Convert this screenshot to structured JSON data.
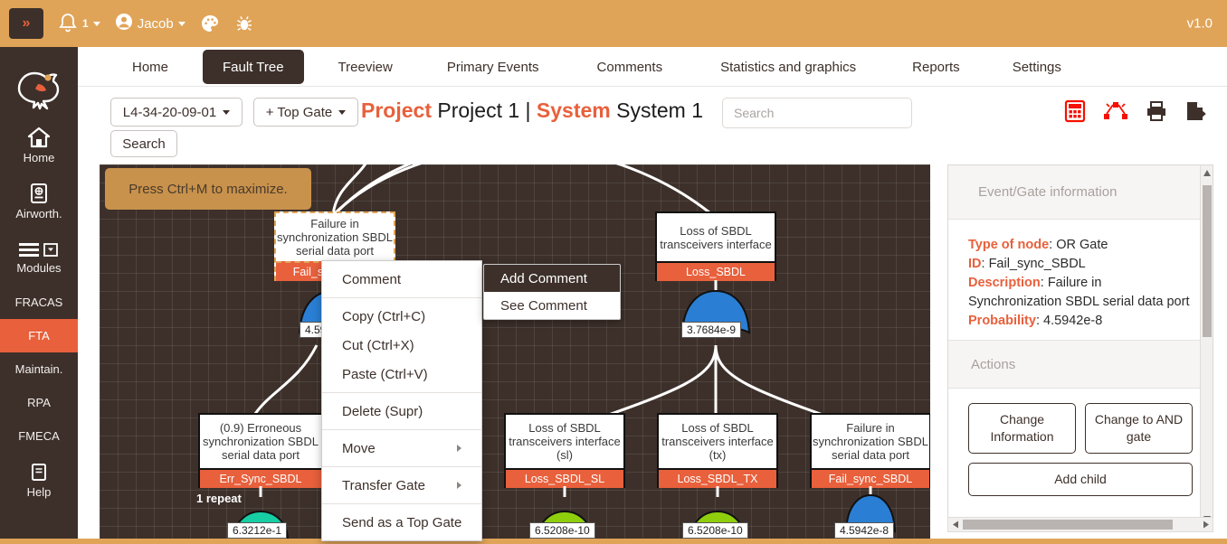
{
  "topbar": {
    "menu_toggle": "»",
    "notification_count": "1",
    "user_name": "Jacob",
    "theme_icon": "palette-icon",
    "bug_icon": "bug-icon",
    "version": "v1.0",
    "bg_color": "#e0a458"
  },
  "sidebar": {
    "logo": "robin-bird-logo",
    "items": [
      {
        "label": "Home",
        "icon": "home-icon",
        "active": false
      },
      {
        "label": "Airworth.",
        "icon": "passport-icon",
        "active": false
      },
      {
        "label": "Modules",
        "icon": "modules-icon",
        "active": false
      },
      {
        "label": "FRACAS",
        "icon": "",
        "active": false
      },
      {
        "label": "FTA",
        "icon": "",
        "active": true
      },
      {
        "label": "Maintain.",
        "icon": "",
        "active": false
      },
      {
        "label": "RPA",
        "icon": "",
        "active": false
      },
      {
        "label": "FMECA",
        "icon": "",
        "active": false
      },
      {
        "label": "Help",
        "icon": "book-icon",
        "active": false
      }
    ],
    "active_color": "#e8603c",
    "bg_color": "#3d302a"
  },
  "nav": {
    "tabs": [
      {
        "label": "Home",
        "active": false
      },
      {
        "label": "Fault Tree",
        "active": true
      },
      {
        "label": "Treeview",
        "active": false
      },
      {
        "label": "Primary Events",
        "active": false
      },
      {
        "label": "Comments",
        "active": false
      },
      {
        "label": "Statistics and graphics",
        "active": false
      },
      {
        "label": "Reports",
        "active": false
      },
      {
        "label": "Settings",
        "active": false
      }
    ]
  },
  "toolbar": {
    "tree_select": "L4-34-20-09-01",
    "top_gate_button": "+ Top Gate",
    "search_button": "Search",
    "title_project_label": "Project",
    "title_project_value": "Project 1",
    "title_separator": "|",
    "title_system_label": "System",
    "title_system_value": "System 1",
    "search_placeholder": "Search",
    "search_value": "",
    "icons": [
      {
        "name": "calculate-icon",
        "color": "#f51000"
      },
      {
        "name": "minimal-cutsets-icon",
        "color": "#f51000"
      },
      {
        "name": "print-icon",
        "color": "#3d302a"
      },
      {
        "name": "export-icon",
        "color": "#3d302a"
      }
    ]
  },
  "canvas": {
    "hint": "Press Ctrl+M to maximize.",
    "background": "#3d302a",
    "nodes": [
      {
        "id": "Fail_sync_SBDL",
        "description": "Failure in synchronization SBDL serial data port",
        "gate_type": "or-gate",
        "gate_color": "#2a7fd4",
        "probability": "4.5942e-8",
        "selected": true
      },
      {
        "id": "Loss_SBDL",
        "description": "Loss of SBDL transceivers interface",
        "gate_type": "or-gate",
        "gate_color": "#2a7fd4",
        "probability": "3.7684e-9",
        "selected": false
      },
      {
        "id": "Err_Sync_SBDL",
        "description": "(0.9) Erroneous synchronization SBDL serial data port",
        "gate_type": "basic-event",
        "gate_color": "#16cda4",
        "probability": "6.3212e-1",
        "repeat_label": "1 repeat",
        "selected": false
      },
      {
        "id": "Loss_SBDL_SL",
        "description": "Loss of SBDL transceivers interface (sl)",
        "gate_type": "basic-event",
        "gate_color": "#8fce0d",
        "probability": "6.5208e-10",
        "selected": false
      },
      {
        "id": "Loss_SBDL_TX",
        "description": "Loss of SBDL transceivers interface (tx)",
        "gate_type": "basic-event",
        "gate_color": "#8fce0d",
        "probability": "6.5208e-10",
        "selected": false
      },
      {
        "id": "Fail_sync_SBDL_2",
        "id_label": "Fail_sync_SBDL",
        "description": "Failure in synchronization SBDL serial data port",
        "gate_type": "or-gate",
        "gate_color": "#2a7fd4",
        "probability": "4.5942e-8",
        "selected": false
      }
    ]
  },
  "context_menu": {
    "items": [
      {
        "label": "Comment",
        "submenu": false,
        "separator_after": true
      },
      {
        "label": "Copy (Ctrl+C)",
        "submenu": false
      },
      {
        "label": "Cut (Ctrl+X)",
        "submenu": false
      },
      {
        "label": "Paste (Ctrl+V)",
        "submenu": false,
        "separator_after": true
      },
      {
        "label": "Delete (Supr)",
        "submenu": false,
        "separator_after": true
      },
      {
        "label": "Move",
        "submenu": true,
        "separator_after": true
      },
      {
        "label": "Transfer Gate",
        "submenu": true,
        "separator_after": true
      },
      {
        "label": "Send as a Top Gate",
        "submenu": false
      }
    ],
    "submenu": {
      "items": [
        {
          "label": "Add Comment",
          "highlighted": true
        },
        {
          "label": "See Comment",
          "highlighted": false
        }
      ]
    }
  },
  "right_panel": {
    "header": "Event/Gate information",
    "fields": [
      {
        "label": "Type of node",
        "value": "OR Gate"
      },
      {
        "label": "ID",
        "value": "Fail_sync_SBDL"
      },
      {
        "label": "Description",
        "value": "Failure in Synchronization SBDL serial data port"
      },
      {
        "label": "Probability",
        "value": "4.5942e-8"
      }
    ],
    "actions_header": "Actions",
    "buttons": [
      {
        "label": "Change Information"
      },
      {
        "label": "Change to AND gate"
      },
      {
        "label": "Add child"
      }
    ]
  }
}
